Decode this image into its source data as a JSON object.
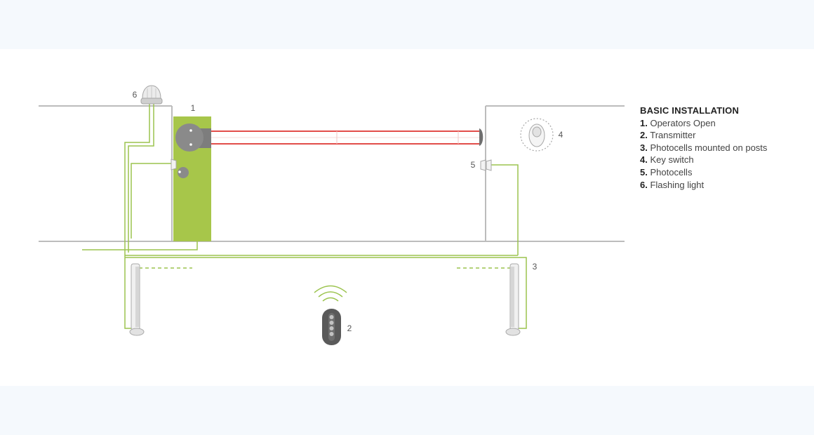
{
  "legend": {
    "title": "BASIC INSTALLATION",
    "items": [
      {
        "num": "1.",
        "label": "Operators Open"
      },
      {
        "num": "2.",
        "label": "Transmitter"
      },
      {
        "num": "3.",
        "label": "Photocells mounted on posts"
      },
      {
        "num": "4.",
        "label": "Key switch"
      },
      {
        "num": "5.",
        "label": "Photocells"
      },
      {
        "num": "6.",
        "label": "Flashing light"
      }
    ]
  },
  "callouts": {
    "operator": "1",
    "transmitter": "2",
    "post_photocells": "3",
    "key_switch": "4",
    "photocells": "5",
    "flashing_light": "6"
  },
  "colors": {
    "operator_body": "#a7c64a",
    "boom": "#e24d4a",
    "wire": "#9cc44f",
    "wall": "#bcbcbc",
    "device_grey": "#8a8a8a",
    "remote": "#5a5a5a"
  }
}
